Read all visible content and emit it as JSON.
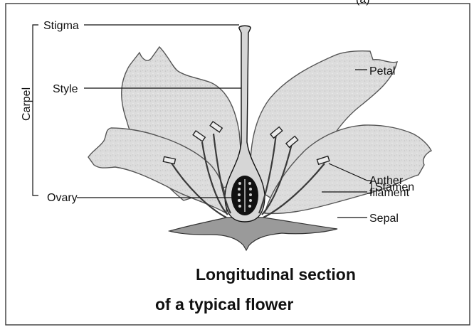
{
  "labels": {
    "stigma": "Stigma",
    "style": "Style",
    "petal": "Petal",
    "carpel": "Carpel",
    "anther": "Anther",
    "filament": "filament",
    "stamen": "Stamen",
    "ovary": "Ovary",
    "sepal": "Sepal"
  },
  "caption": {
    "line1": "Longitudinal section",
    "line2": "of a typical flower"
  },
  "page_marker": "(a)"
}
